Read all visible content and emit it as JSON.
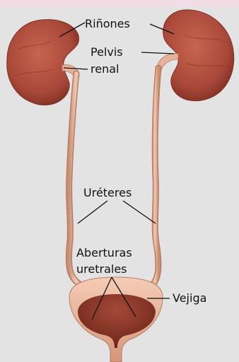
{
  "labels": {
    "kidneys": "Riñones",
    "pelvis_line1": "Pelvis",
    "pelvis_line2": "renal",
    "ureters": "Uréteres",
    "openings_line1": "Aberturas",
    "openings_line2": "uretrales",
    "bladder": "Vejiga"
  },
  "colors": {
    "background": "#e3e3e3",
    "kidney": "#b5513f",
    "kidney_dark": "#8c3425",
    "ureter": "#d9a78c",
    "bladder_rim": "#e9b59a",
    "bladder_inner": "#8e3b2c",
    "leader_line": "#111111"
  }
}
